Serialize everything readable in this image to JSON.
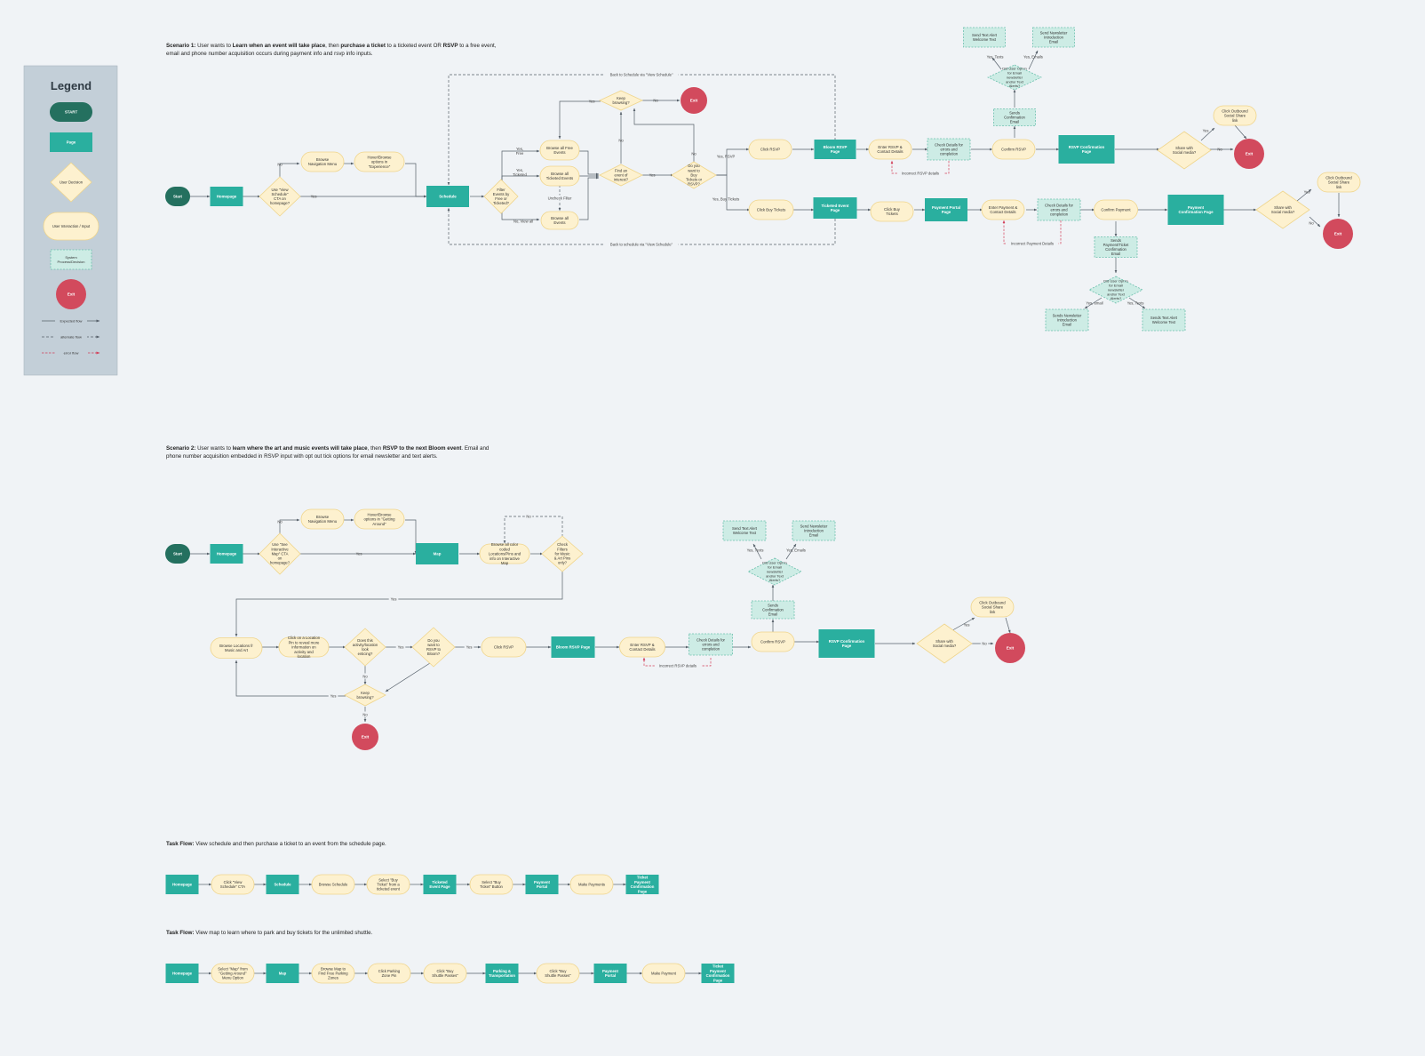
{
  "legend": {
    "title": "Legend",
    "start": "START",
    "page": "Page",
    "decision": "User Decision",
    "interaction": "User Interaction / Input",
    "system": "System Process/Decision",
    "exit": "Exit",
    "expected": "Expected flow",
    "alternate": "alternate flow",
    "error": "error flow"
  },
  "headings": {
    "s1_label": "Scenario 1:",
    "s1_pre": " User wants to ",
    "s1_b1": "Learn when an event will take place",
    "s1_mid": ", then ",
    "s1_b2": "purchase a ticket",
    "s1_mid2": " to a ticketed event OR ",
    "s1_b3": "RSVP",
    "s1_post": " to a free event,",
    "s1_line2": "email and phone number acquisition occurs during payment info and rsvp info inputs.",
    "s2_label": "Scenario 2:",
    "s2_pre": " User wants to ",
    "s2_b1": "learn where the art and music events will take place",
    "s2_mid": ", then ",
    "s2_b2": "RSVP to the next Bloom event",
    "s2_post": ".  Email and",
    "s2_line2": "phone number acquisition embedded in RSVP input with opt out tick options for email newsletter and text alerts.",
    "t1_label": "Task Flow:",
    "t1_text": "  View schedule and then purchase a ticket to an event from the schedule page.",
    "t2_label": "Task Flow:",
    "t2_text": "  View map to learn where to park and buy tickets for the unlimited shuttle."
  },
  "scenario1": {
    "start": "Start",
    "homepage": "Homepage",
    "use_schedule": "Use \"View Schedule\" CTA on homepage?",
    "browse_nav": "Browse Navigation Menu",
    "hover_browse": "Hover/Browse options in \"Experience\"",
    "schedule": "Schedule",
    "filter_events": "Filter Events by Free or Ticketed?",
    "browse_free": "Browse all Free Events",
    "browse_ticketed": "Browse all Ticketed Events",
    "browse_all": "Browse all Events",
    "uncheck_filter": "Uncheck Filter",
    "keep_browsing": "Keep browsing?",
    "exit_top": "Exit",
    "find_event": "Find an event of interest?",
    "want_buy_rsvp": "Do you want to Buy Tickets or RSVP?",
    "click_rsvp": "Click RSVP",
    "bloom_rsvp_page": "Bloom RSVP Page",
    "enter_rsvp": "Enter RSVP & Contact Details",
    "check_rsvp": "Check Details for errors and completion",
    "incorrect_rsvp": "Incorrect RSVP details",
    "confirm_rsvp": "Confirm RSVP",
    "sends_confirm": "Sends Confirmation Email",
    "opt_in_top": "Did User Opt In for Email newsletter and/or Text Alerts?",
    "send_text_top": "Send Text Alert Welcome Text",
    "send_news_top": "Send Newsletter Introduction Email",
    "yes_texts": "Yes, Texts",
    "yes_emails": "Yes, Emails",
    "rsvp_confirm_page": "RSVP Confirmation Page",
    "share_social_1": "Share with Social media?",
    "click_outbound_1": "Click Outbound Social Share link",
    "exit_1": "Exit",
    "click_buy": "Click Buy Tickets",
    "ticketed_page": "Ticketed Event Page",
    "click_buy2": "Click Buy Tickets",
    "payment_portal": "Payment Portal Page",
    "enter_payment": "Enter Payment & Contact Details",
    "check_payment": "Check Details for errors and completion",
    "incorrect_payment": "Incorrect Payment Details",
    "confirm_payment": "Confirm Payment",
    "sends_payment": "Sends Payment/Ticket Confirmation Email",
    "opt_in_bottom": "Did User Opt In for Email newsletter and/or Text Alerts?",
    "yes_email_b": "Yes, email",
    "yes_texts_b": "Yes, Texts",
    "send_news_b": "Sends Newsletter Introduction Email",
    "send_text_b": "Sends Text Alert Welcome Text",
    "payment_confirm_page": "Payment Confirmation Page",
    "share_social_2": "Share with Social media?",
    "click_outbound_2": "Click Outbound Social Share link",
    "exit_2": "Exit",
    "back_top": "Back to Schedule via \"View Schedule\"",
    "back_bottom": "Back to schedule via \"View Schedule\"",
    "l_yes": "Yes",
    "l_no": "No",
    "l_yes_free": "Yes, Free",
    "l_yes_ticketed": "Yes, Ticketed",
    "l_no_view_all": "No, View all",
    "l_yes_rsvp": "Yes, RSVP",
    "l_yes_buy": "Yes, Buy Tickets"
  },
  "scenario2": {
    "start": "Start",
    "homepage": "Homepage",
    "use_map": "Use \"See Interactive Map\" CTA on homepage?",
    "browse_nav": "Browse Navigation Menu",
    "hover_browse": "Hover/Browse options in \"Getting Around\"",
    "map": "Map",
    "browse_pins": "Browse all color coded Locations/Pins and info on Interactive Map",
    "check_filters": "Check Filters for Music & Art Pins only?",
    "browse_locations": "Browse Locations fr Music and Art",
    "click_pin": "Click on a Location Pin to reveal more information on activity and location",
    "activity_enticing": "Does this activity/location look enticing?",
    "want_rsvp": "Do you want to RSVP to Bloom?",
    "click_rsvp": "Click RSVP",
    "bloom_rsvp_page": "Bloom RSVP Page",
    "enter_rsvp": "Enter RSVP & Contact Details",
    "check_details": "Check Details for errors and completion",
    "incorrect_rsvp": "Incorrect RSVP details",
    "confirm_rsvp": "Confirm RSVP",
    "sends_confirm": "Sends Confirmation Email",
    "opt_in": "Did User Opt In for Email newsletter and/or Text Alerts?",
    "send_text": "Send Text Alert Welcome Text",
    "send_news": "Send Newsletter Introduction Email",
    "yes_texts": "Yes, Texts",
    "yes_emails": "Yes, Emails",
    "rsvp_confirm_page": "RSVP Confirmation Page",
    "share_social": "Share with Social media?",
    "click_outbound": "Click Outbound Social Share link",
    "exit_right": "Exit",
    "keep_browsing": "Keep browsing?",
    "exit_bottom": "Exit",
    "l_yes": "Yes",
    "l_no": "No"
  },
  "task1": [
    "Homepage",
    "Click \"View Schedule\" CTA",
    "Schedule",
    "Browse Schedule",
    "Select \"Buy Ticket\" from a ticketed event",
    "Ticketed Event Page",
    "Select \"Buy Ticket\" Button",
    "Payment Portal",
    "Make Payments",
    "Ticket Payment Confirmation Page"
  ],
  "task2": [
    "Homepage",
    "Select \"Map\" from \"Getting Around\" Menu Option",
    "Map",
    "Browse Map to Find Free Parking Zones",
    "Click Parking Zone Pin",
    "Click \"Buy Shuttle Passes\"",
    "Parking & Transportation",
    "Click \"Buy Shuttle Passes\"",
    "Payment Portal",
    "Make Payment",
    "Ticket Payment Confirmation Page"
  ],
  "colors": {
    "page": "#2aaf9f",
    "start": "#24705f",
    "decision_fill": "#fdf1cf",
    "decision_stroke": "#efd58c",
    "system_fill": "#cdece5",
    "system_stroke": "#6cc0ad",
    "exit": "#d24a5d",
    "legend_bg": "#c3cfd8",
    "line": "#56606a",
    "error": "#d2405a"
  }
}
